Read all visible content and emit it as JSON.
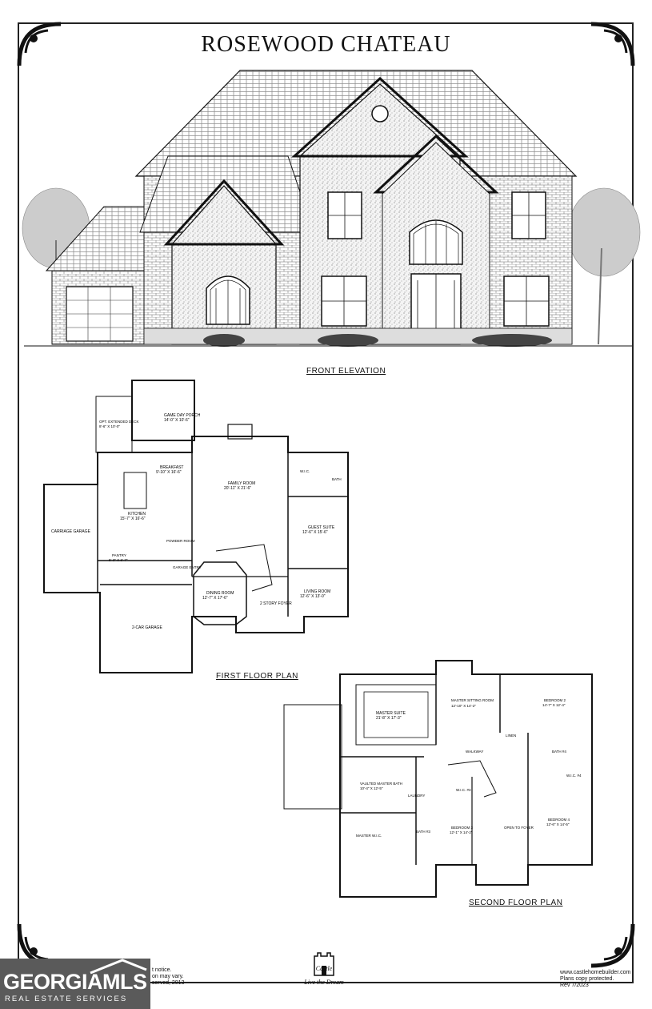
{
  "title": "ROSEWOOD CHATEAU",
  "captions": {
    "front": "FRONT ELEVATION",
    "first": "FIRST FLOOR PLAN",
    "second": "SECOND FLOOR PLAN"
  },
  "first_floor_rooms": {
    "porch": "GAME DAY PORCH",
    "porch_dim": "14'-0\" X 10'-6\"",
    "deck": "OPT. EXTENDED DECK",
    "deck_dim": "8'-6\" X 10'-0\"",
    "breakfast": "BREAKFAST",
    "breakfast_dim": "9'-10\" X 16'-6\"",
    "family": "FAMILY ROOM",
    "family_dim": "20'-11\" X 21'-6\"",
    "wic": "W.I.C.",
    "bath": "BATH",
    "kitchen": "KITCHEN",
    "kitchen_dim": "15'-7\" X 16'-6\"",
    "carriage": "CARRIAGE GARAGE",
    "pantry": "PANTRY",
    "pantry_dim": "5'-3\" X 6'-7\"",
    "powder": "POWDER ROOM",
    "garage_entry": "GARAGE ENTRY",
    "guest": "GUEST SUITE",
    "guest_dim": "12'-6\" X 15'-6\"",
    "dining": "DINING ROOM",
    "dining_dim": "12'-7\" X 17'-6\"",
    "foyer": "2 STORY FOYER",
    "living": "LIVING ROOM",
    "living_dim": "12'-6\" X 13'-0\"",
    "garage": "2-CAR GARAGE"
  },
  "second_floor_rooms": {
    "master": "MASTER SUITE",
    "master_dim": "21'-8\" X 17'-3\"",
    "sitting": "MASTER SITTING ROOM",
    "sitting_dim": "12'-10\" X 14'-2\"",
    "bed2": "BEDROOM 2",
    "bed2_dim": "14'-7\" X 12'-4\"",
    "linen": "LINEN",
    "walkway": "WALKWAY",
    "bath4": "BATH #4",
    "wic4": "W.I.C. #4",
    "vaulted": "VAULTED MASTER BATH",
    "vaulted_dim": "10'-4\" X 12'-5\"",
    "laundry": "LAUNDRY",
    "wic3": "W.I.C. #3",
    "bed3": "BEDROOM 3",
    "bed3_dim": "12'-1\" X 14'-2\"",
    "open": "OPEN TO FOYER",
    "bed4": "BEDROOM 4",
    "bed4_dim": "12'-6\" X 14'-5\"",
    "bath3": "BATH #3",
    "master_wic": "MASTER W.I.C."
  },
  "footer": {
    "left_line1": "t notice.",
    "left_line2": "on may vary.",
    "left_line3": "served, 2013",
    "right_line1": "www.castlehomebuilder.com",
    "right_line2": "Plans copy protected.",
    "right_line3": "Rev 7/2023",
    "tagline": "Live the Dream",
    "logo_text": "Castle"
  },
  "watermark": {
    "main": "GEORGIAMLS",
    "sub": "REAL ESTATE SERVICES"
  }
}
